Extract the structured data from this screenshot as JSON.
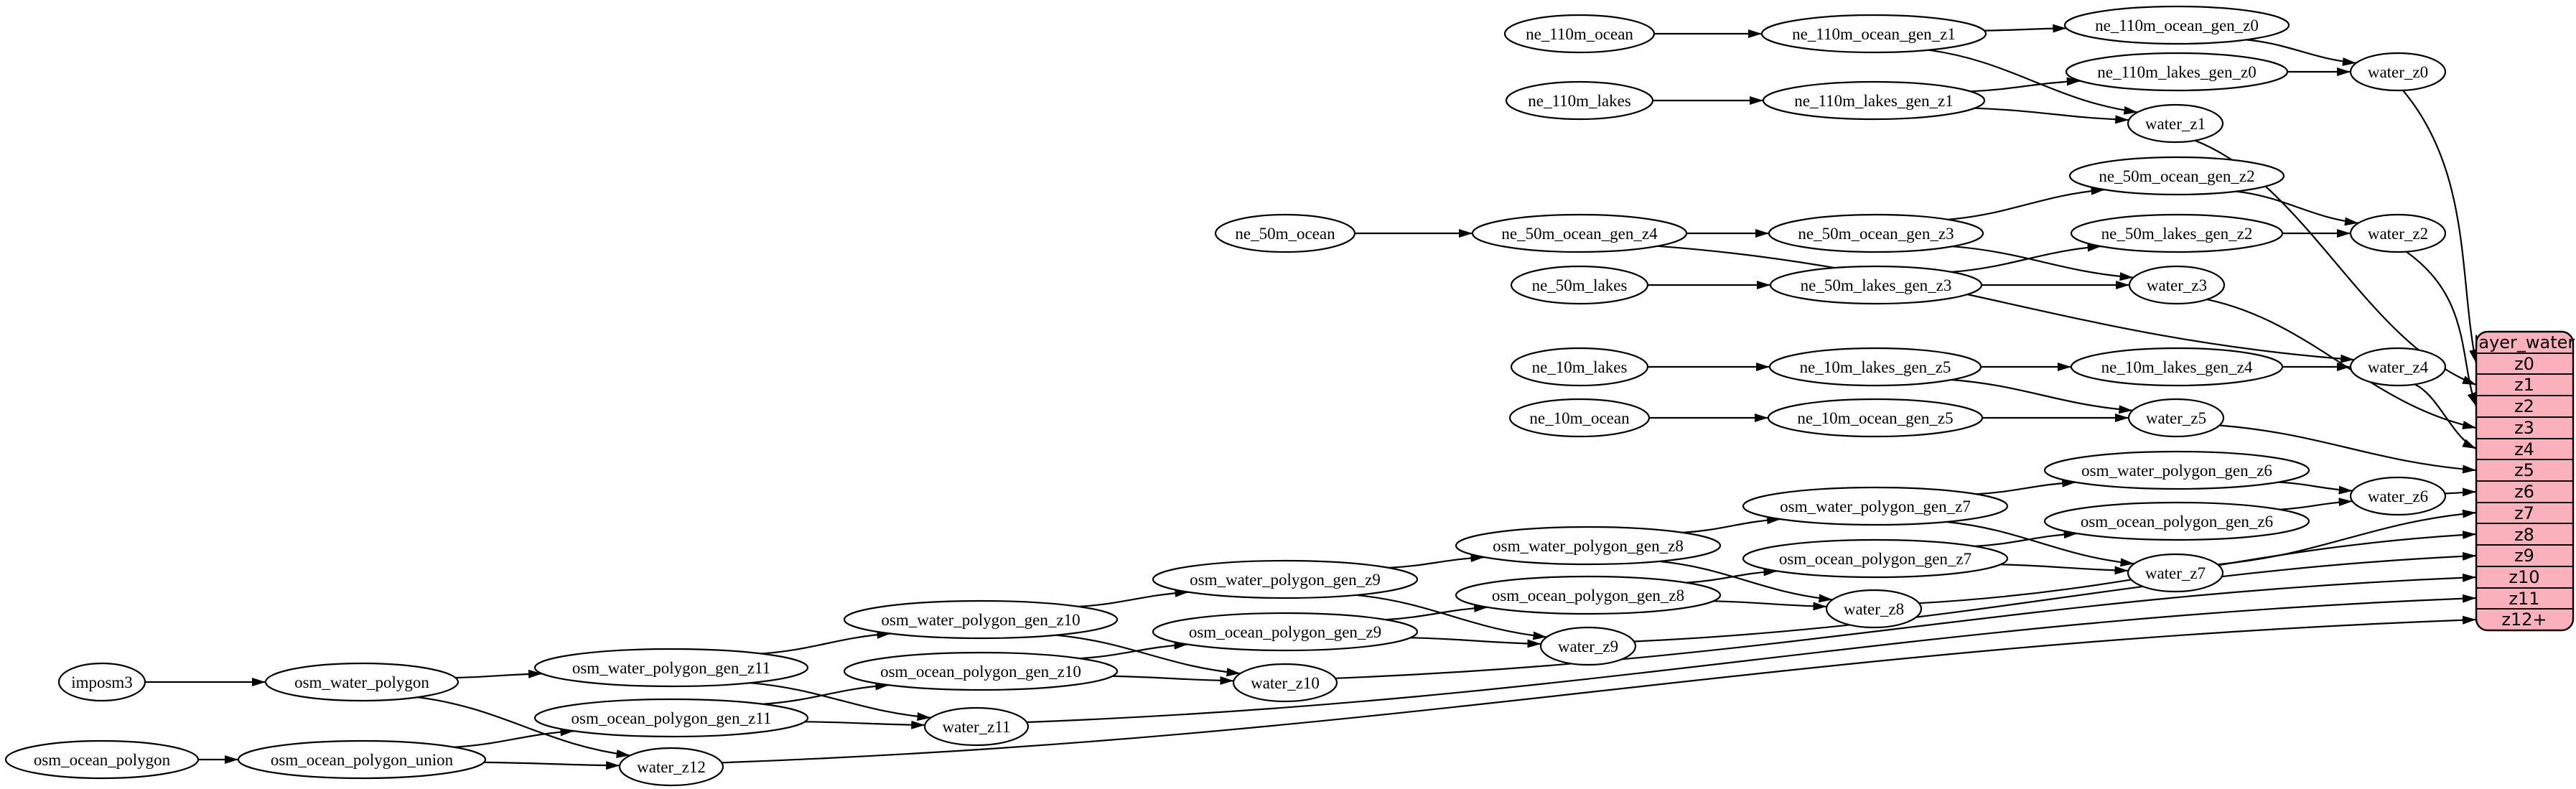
{
  "diagram": {
    "colors": {
      "canvas_bg": "#ffffff",
      "node_fill": "#ffffff",
      "node_stroke": "#000000",
      "edge": "#000000",
      "record_fill": "#fab1bb",
      "record_stroke": "#000000"
    },
    "record": {
      "title": "layer_water",
      "rows": [
        "z0",
        "z1",
        "z2",
        "z3",
        "z4",
        "z5",
        "z6",
        "z7",
        "z8",
        "z9",
        "z10",
        "z11",
        "z12+"
      ]
    },
    "nodes": [
      {
        "id": "imposm3",
        "label": "imposm3"
      },
      {
        "id": "osm_water_polygon",
        "label": "osm_water_polygon"
      },
      {
        "id": "osm_ocean_polygon",
        "label": "osm_ocean_polygon"
      },
      {
        "id": "osm_ocean_polygon_union",
        "label": "osm_ocean_polygon_union"
      },
      {
        "id": "osm_water_polygon_gen_z11",
        "label": "osm_water_polygon_gen_z11"
      },
      {
        "id": "osm_ocean_polygon_gen_z11",
        "label": "osm_ocean_polygon_gen_z11"
      },
      {
        "id": "water_z12",
        "label": "water_z12"
      },
      {
        "id": "osm_water_polygon_gen_z10",
        "label": "osm_water_polygon_gen_z10"
      },
      {
        "id": "osm_ocean_polygon_gen_z10",
        "label": "osm_ocean_polygon_gen_z10"
      },
      {
        "id": "water_z11",
        "label": "water_z11"
      },
      {
        "id": "osm_water_polygon_gen_z9",
        "label": "osm_water_polygon_gen_z9"
      },
      {
        "id": "osm_ocean_polygon_gen_z9",
        "label": "osm_ocean_polygon_gen_z9"
      },
      {
        "id": "water_z10",
        "label": "water_z10"
      },
      {
        "id": "osm_water_polygon_gen_z8",
        "label": "osm_water_polygon_gen_z8"
      },
      {
        "id": "osm_ocean_polygon_gen_z8",
        "label": "osm_ocean_polygon_gen_z8"
      },
      {
        "id": "water_z9",
        "label": "water_z9"
      },
      {
        "id": "osm_water_polygon_gen_z7",
        "label": "osm_water_polygon_gen_z7"
      },
      {
        "id": "osm_ocean_polygon_gen_z7",
        "label": "osm_ocean_polygon_gen_z7"
      },
      {
        "id": "water_z8",
        "label": "water_z8"
      },
      {
        "id": "osm_water_polygon_gen_z6",
        "label": "osm_water_polygon_gen_z6"
      },
      {
        "id": "osm_ocean_polygon_gen_z6",
        "label": "osm_ocean_polygon_gen_z6"
      },
      {
        "id": "water_z7",
        "label": "water_z7"
      },
      {
        "id": "water_z6",
        "label": "water_z6"
      },
      {
        "id": "ne_110m_ocean",
        "label": "ne_110m_ocean"
      },
      {
        "id": "ne_110m_ocean_gen_z1",
        "label": "ne_110m_ocean_gen_z1"
      },
      {
        "id": "ne_110m_ocean_gen_z0",
        "label": "ne_110m_ocean_gen_z0"
      },
      {
        "id": "ne_110m_lakes",
        "label": "ne_110m_lakes"
      },
      {
        "id": "ne_110m_lakes_gen_z1",
        "label": "ne_110m_lakes_gen_z1"
      },
      {
        "id": "ne_110m_lakes_gen_z0",
        "label": "ne_110m_lakes_gen_z0"
      },
      {
        "id": "water_z0",
        "label": "water_z0"
      },
      {
        "id": "water_z1",
        "label": "water_z1"
      },
      {
        "id": "ne_50m_ocean",
        "label": "ne_50m_ocean"
      },
      {
        "id": "ne_50m_ocean_gen_z4",
        "label": "ne_50m_ocean_gen_z4"
      },
      {
        "id": "ne_50m_ocean_gen_z3",
        "label": "ne_50m_ocean_gen_z3"
      },
      {
        "id": "ne_50m_ocean_gen_z2",
        "label": "ne_50m_ocean_gen_z2"
      },
      {
        "id": "ne_50m_lakes",
        "label": "ne_50m_lakes"
      },
      {
        "id": "ne_50m_lakes_gen_z3",
        "label": "ne_50m_lakes_gen_z3"
      },
      {
        "id": "ne_50m_lakes_gen_z2",
        "label": "ne_50m_lakes_gen_z2"
      },
      {
        "id": "water_z2",
        "label": "water_z2"
      },
      {
        "id": "water_z3",
        "label": "water_z3"
      },
      {
        "id": "ne_10m_lakes",
        "label": "ne_10m_lakes"
      },
      {
        "id": "ne_10m_lakes_gen_z5",
        "label": "ne_10m_lakes_gen_z5"
      },
      {
        "id": "ne_10m_lakes_gen_z4",
        "label": "ne_10m_lakes_gen_z4"
      },
      {
        "id": "ne_10m_ocean",
        "label": "ne_10m_ocean"
      },
      {
        "id": "ne_10m_ocean_gen_z5",
        "label": "ne_10m_ocean_gen_z5"
      },
      {
        "id": "water_z4",
        "label": "water_z4"
      },
      {
        "id": "water_z5",
        "label": "water_z5"
      }
    ],
    "edges": [
      [
        "ne_110m_ocean",
        "ne_110m_ocean_gen_z1"
      ],
      [
        "ne_110m_ocean_gen_z1",
        "ne_110m_ocean_gen_z0"
      ],
      [
        "ne_110m_ocean_gen_z1",
        "water_z1"
      ],
      [
        "ne_110m_ocean_gen_z0",
        "water_z0"
      ],
      [
        "ne_110m_lakes",
        "ne_110m_lakes_gen_z1"
      ],
      [
        "ne_110m_lakes_gen_z1",
        "ne_110m_lakes_gen_z0"
      ],
      [
        "ne_110m_lakes_gen_z1",
        "water_z1"
      ],
      [
        "ne_110m_lakes_gen_z0",
        "water_z0"
      ],
      [
        "ne_50m_ocean",
        "ne_50m_ocean_gen_z4"
      ],
      [
        "ne_50m_ocean_gen_z4",
        "ne_50m_ocean_gen_z3"
      ],
      [
        "ne_50m_ocean_gen_z4",
        "water_z4"
      ],
      [
        "ne_50m_ocean_gen_z3",
        "ne_50m_ocean_gen_z2"
      ],
      [
        "ne_50m_ocean_gen_z3",
        "water_z3"
      ],
      [
        "ne_50m_ocean_gen_z2",
        "water_z2"
      ],
      [
        "ne_50m_lakes",
        "ne_50m_lakes_gen_z3"
      ],
      [
        "ne_50m_lakes_gen_z3",
        "ne_50m_lakes_gen_z2"
      ],
      [
        "ne_50m_lakes_gen_z3",
        "water_z3"
      ],
      [
        "ne_50m_lakes_gen_z2",
        "water_z2"
      ],
      [
        "ne_10m_lakes",
        "ne_10m_lakes_gen_z5"
      ],
      [
        "ne_10m_lakes_gen_z5",
        "ne_10m_lakes_gen_z4"
      ],
      [
        "ne_10m_lakes_gen_z5",
        "water_z5"
      ],
      [
        "ne_10m_lakes_gen_z4",
        "water_z4"
      ],
      [
        "ne_10m_ocean",
        "ne_10m_ocean_gen_z5"
      ],
      [
        "ne_10m_ocean_gen_z5",
        "water_z5"
      ],
      [
        "imposm3",
        "osm_water_polygon"
      ],
      [
        "osm_water_polygon",
        "osm_water_polygon_gen_z11"
      ],
      [
        "osm_water_polygon",
        "water_z12"
      ],
      [
        "osm_ocean_polygon",
        "osm_ocean_polygon_union"
      ],
      [
        "osm_ocean_polygon_union",
        "osm_ocean_polygon_gen_z11"
      ],
      [
        "osm_ocean_polygon_union",
        "water_z12"
      ],
      [
        "osm_water_polygon_gen_z11",
        "osm_water_polygon_gen_z10"
      ],
      [
        "osm_water_polygon_gen_z11",
        "water_z11"
      ],
      [
        "osm_ocean_polygon_gen_z11",
        "osm_ocean_polygon_gen_z10"
      ],
      [
        "osm_ocean_polygon_gen_z11",
        "water_z11"
      ],
      [
        "osm_water_polygon_gen_z10",
        "osm_water_polygon_gen_z9"
      ],
      [
        "osm_water_polygon_gen_z10",
        "water_z10"
      ],
      [
        "osm_ocean_polygon_gen_z10",
        "osm_ocean_polygon_gen_z9"
      ],
      [
        "osm_ocean_polygon_gen_z10",
        "water_z10"
      ],
      [
        "osm_water_polygon_gen_z9",
        "osm_water_polygon_gen_z8"
      ],
      [
        "osm_water_polygon_gen_z9",
        "water_z9"
      ],
      [
        "osm_ocean_polygon_gen_z9",
        "osm_ocean_polygon_gen_z8"
      ],
      [
        "osm_ocean_polygon_gen_z9",
        "water_z9"
      ],
      [
        "osm_water_polygon_gen_z8",
        "osm_water_polygon_gen_z7"
      ],
      [
        "osm_water_polygon_gen_z8",
        "water_z8"
      ],
      [
        "osm_ocean_polygon_gen_z8",
        "osm_ocean_polygon_gen_z7"
      ],
      [
        "osm_ocean_polygon_gen_z8",
        "water_z8"
      ],
      [
        "osm_water_polygon_gen_z7",
        "osm_water_polygon_gen_z6"
      ],
      [
        "osm_water_polygon_gen_z7",
        "water_z7"
      ],
      [
        "osm_ocean_polygon_gen_z7",
        "osm_ocean_polygon_gen_z6"
      ],
      [
        "osm_ocean_polygon_gen_z7",
        "water_z7"
      ],
      [
        "osm_water_polygon_gen_z6",
        "water_z6"
      ],
      [
        "osm_ocean_polygon_gen_z6",
        "water_z6"
      ],
      [
        "water_z0",
        "row_z0"
      ],
      [
        "water_z1",
        "row_z1"
      ],
      [
        "water_z2",
        "row_z2"
      ],
      [
        "water_z3",
        "row_z3"
      ],
      [
        "water_z4",
        "row_z4"
      ],
      [
        "water_z5",
        "row_z5"
      ],
      [
        "water_z6",
        "row_z6"
      ],
      [
        "water_z7",
        "row_z7"
      ],
      [
        "water_z8",
        "row_z8"
      ],
      [
        "water_z9",
        "row_z9"
      ],
      [
        "water_z10",
        "row_z10"
      ],
      [
        "water_z11",
        "row_z11"
      ],
      [
        "water_z12",
        "row_z12"
      ]
    ]
  }
}
